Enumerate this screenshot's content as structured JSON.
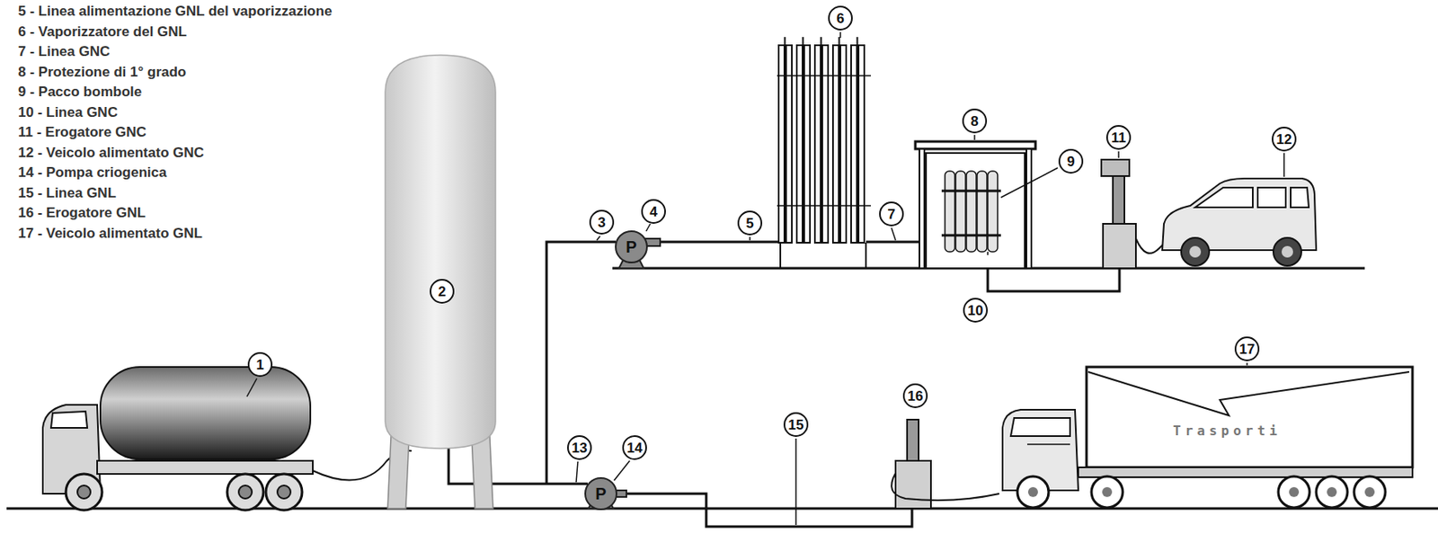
{
  "diagram": {
    "nodes": [
      {
        "text": [
          "1"
        ]
      },
      {
        "text": [
          "2"
        ]
      },
      {
        "text": [
          "3"
        ]
      },
      {
        "text": [
          "4"
        ]
      },
      {
        "text": [
          "5"
        ]
      },
      {
        "text": [
          "6"
        ]
      },
      {
        "text": [
          "7"
        ]
      },
      {
        "text": [
          "8"
        ]
      },
      {
        "text": [
          "9"
        ]
      },
      {
        "text": [
          "10"
        ]
      },
      {
        "text": [
          "11"
        ]
      },
      {
        "text": [
          "12"
        ]
      },
      {
        "text": [
          "13"
        ]
      },
      {
        "text": [
          "14"
        ]
      },
      {
        "text": [
          "15"
        ]
      },
      {
        "text": [
          "16"
        ]
      },
      {
        "text": [
          "17"
        ]
      },
      {
        "text": [
          "P"
        ]
      },
      {
        "text": [
          "P"
        ]
      }
    ],
    "labels": [
      "5 - Linea alimentazione GNL del vaporizzazione",
      "6 - Vaporizzatore del GNL",
      "7 - Linea GNC",
      "8 - Protezione di 1° grado",
      "9 - Pacco bombole",
      "10 - Linea GNC",
      "11 - Erogatore GNC",
      "12 - Veicolo alimentato GNC",
      "14 - Pompa criogenica",
      "15 - Linea GNL",
      "16 - Erogatore GNL",
      "17 - Veicolo alimentato GNL",
      "Trasporti"
    ]
  }
}
